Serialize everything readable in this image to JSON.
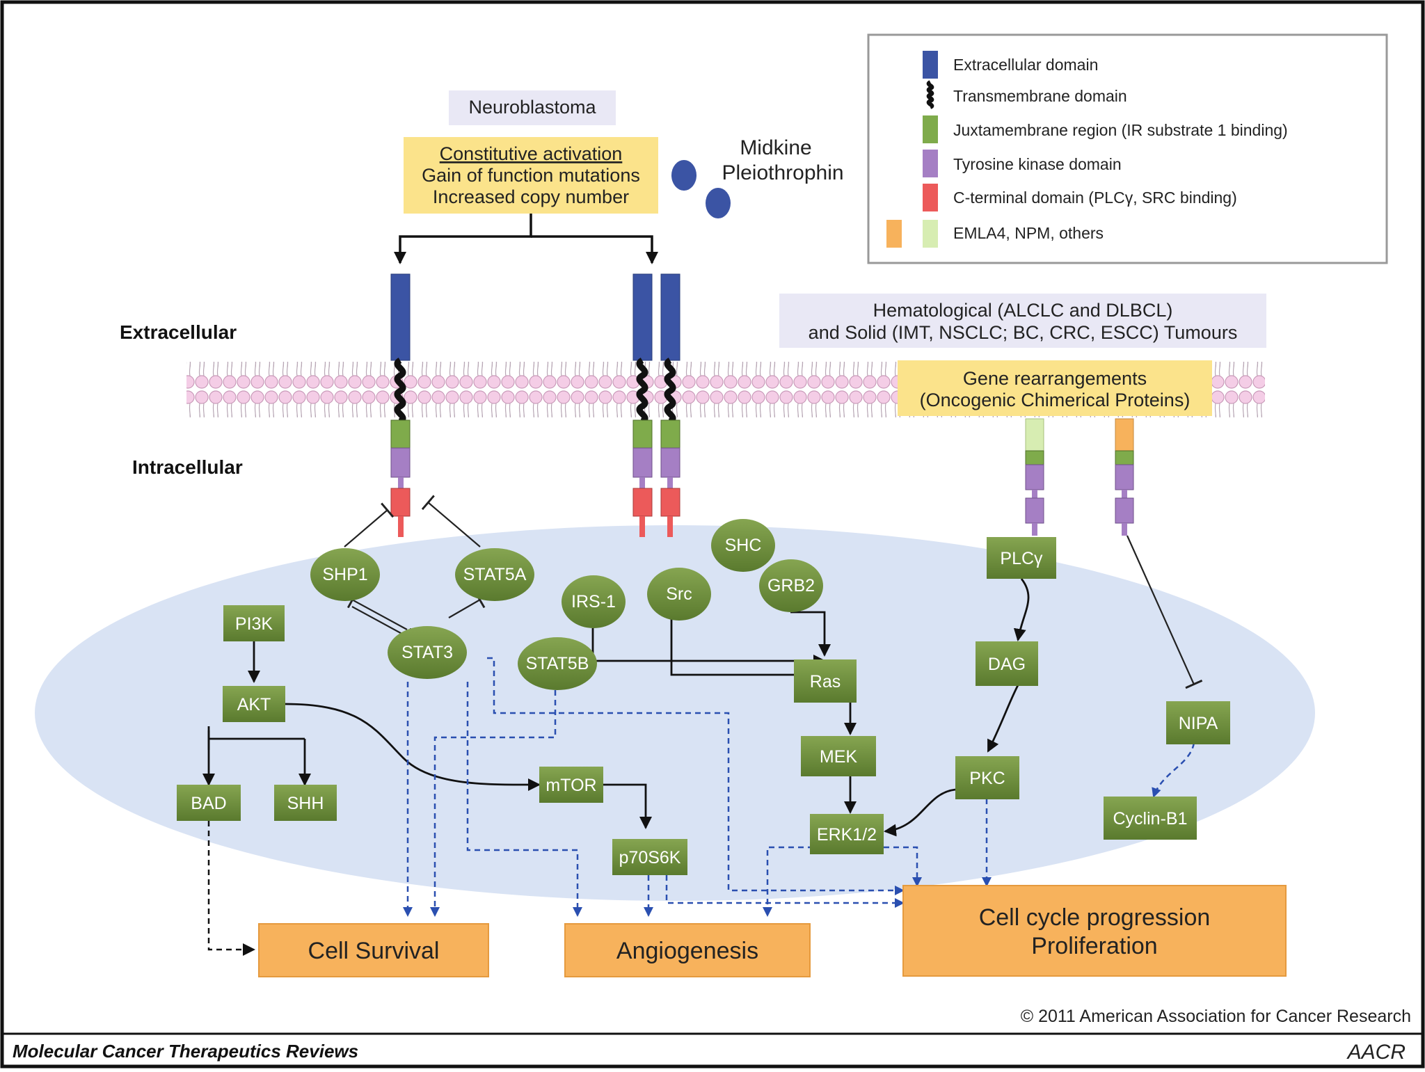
{
  "colors": {
    "extracellular": "#3b54a4",
    "juxtamembrane": "#7fab4b",
    "tyrosine_kinase": "#a57fc4",
    "c_terminal": "#ec5a5a",
    "fusion_orange": "#f7b25c",
    "fusion_green": "#d7edb2",
    "node_green": "#6b8f3a",
    "outcome_orange": "#f7b25c",
    "cytoplasm": "#d9e3f4",
    "membrane_pink": "#f4cde6",
    "dashed_arrow": "#2a4fb0",
    "ligand_blue": "#3b54a4",
    "label_box": "#e9e8f5",
    "yellow_box": "#fbe38b"
  },
  "labels": {
    "neuroblastoma": "Neuroblastoma",
    "constitutive_activation": "Constitutive activation",
    "gain_of_function": "Gain of function mutations",
    "increased_copy": "Increased copy number",
    "midkine": "Midkine",
    "pleiothrophin": "Pleiothrophin",
    "extracellular": "Extracellular",
    "intracellular": "Intracellular",
    "hematological_1": "Hematological (ALCLC and DLBCL)",
    "hematological_2": "and Solid (IMT, NSCLC; BC, CRC, ESCC) Tumours",
    "gene_rearr_1": "Gene rearrangements",
    "gene_rearr_2": "(Oncogenic Chimerical Proteins)"
  },
  "legend": {
    "extracellular": "Extracellular domain",
    "transmembrane": "Transmembrane domain",
    "juxtamembrane": "Juxtamembrane region (IR substrate 1 binding)",
    "tyrosine": "Tyrosine kinase domain",
    "c_terminal": "C-terminal domain (PLCγ, SRC binding)",
    "fusion": "EMLA4, NPM, others"
  },
  "nodes": {
    "shp1": "SHP1",
    "stat5a": "STAT5A",
    "stat3": "STAT3",
    "stat5b": "STAT5B",
    "irs1": "IRS-1",
    "src": "Src",
    "shc": "SHC",
    "grb2": "GRB2",
    "pi3k": "PI3K",
    "akt": "AKT",
    "bad": "BAD",
    "shh": "SHH",
    "mtor": "mTOR",
    "p70s6k": "p70S6K",
    "ras": "Ras",
    "mek": "MEK",
    "erk": "ERK1/2",
    "plcg": "PLCγ",
    "dag": "DAG",
    "pkc": "PKC",
    "nipa": "NIPA",
    "cyclinb1": "Cyclin-B1"
  },
  "outcomes": {
    "cell_survival": "Cell Survival",
    "angiogenesis": "Angiogenesis",
    "cell_cycle_1": "Cell cycle progression",
    "cell_cycle_2": "Proliferation"
  },
  "footer": {
    "copyright": "© 2011 American Association for Cancer Research",
    "journal": "Molecular Cancer Therapeutics Reviews",
    "logo": "AACR"
  }
}
